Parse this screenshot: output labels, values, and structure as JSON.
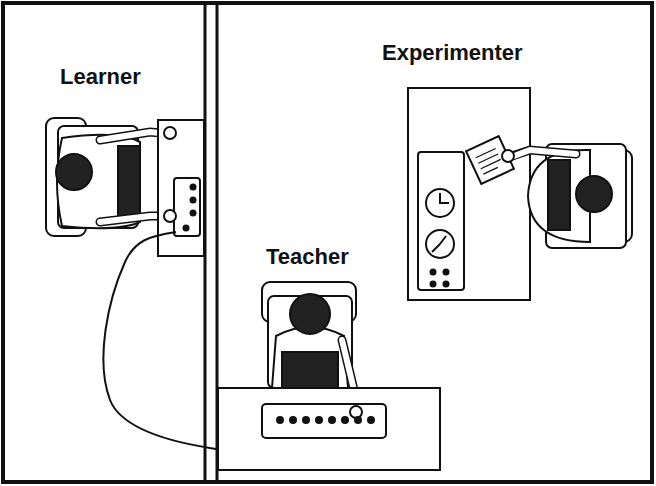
{
  "diagram": {
    "labels": [
      "Learner",
      "Experimenter",
      "Teacher"
    ]
  }
}
